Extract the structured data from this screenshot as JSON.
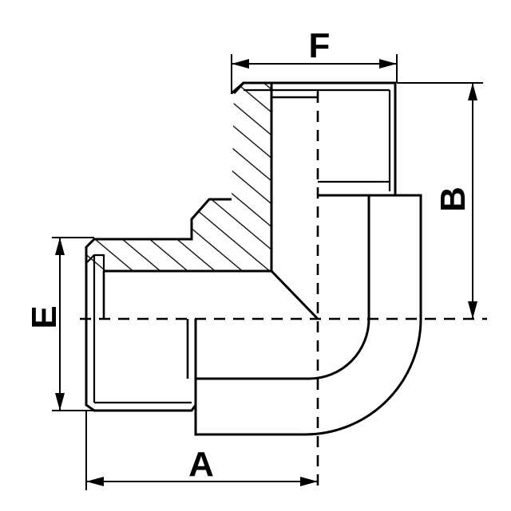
{
  "labels": {
    "a": "A",
    "b": "B",
    "e": "E",
    "f": "F"
  },
  "colors": {
    "ink": "#000000",
    "paper": "#ffffff"
  }
}
